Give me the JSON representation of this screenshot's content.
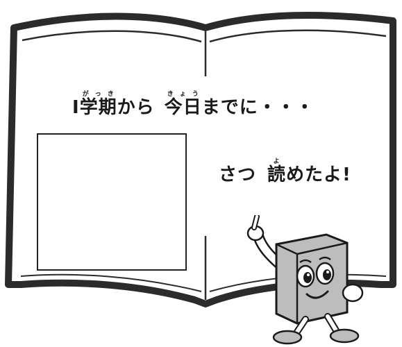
{
  "worksheet": {
    "headline": {
      "period_kanji": "学期",
      "period_ruby": "がっき",
      "mid_text": "から",
      "today_kanji": "今日",
      "today_ruby": "きょう",
      "tail_text": "までに・・・"
    },
    "result": {
      "counter_text": "さつ",
      "read_kanji": "読",
      "read_ruby": "よ",
      "tail_text": "めたよ!"
    }
  },
  "colors": {
    "ink": "#1a1a1a",
    "book_outline": "#2b2b2b",
    "mascot_cover": "#bdbdbd"
  },
  "icons": {
    "book_outline": "open-book-illustration",
    "mascot": "book-mascot-character"
  }
}
